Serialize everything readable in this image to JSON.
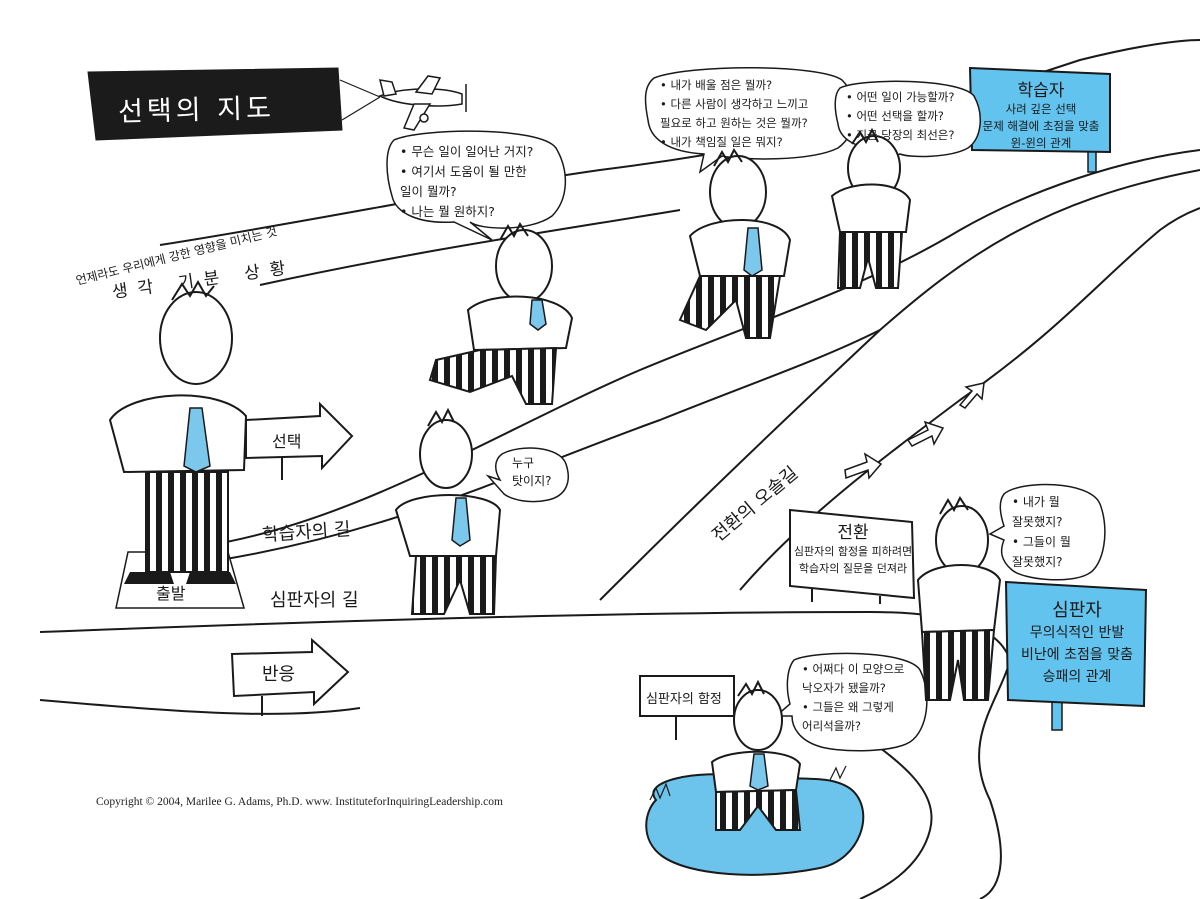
{
  "banner_title": "선택의 지도",
  "mindset_arc": {
    "line1": "언제라도 우리에게 강한 영향을 미치는 것",
    "line2": "생각 기분 상황"
  },
  "signs": {
    "choice": "선택",
    "start": "출발",
    "reaction": "반응",
    "learner_path": "학습자의 길",
    "judger_path": "심판자의 길",
    "switch_road": "전환의 오솔길",
    "judger_pit": "심판자의 함정",
    "switch": {
      "title": "전환",
      "lines": [
        "심판자의 함정을 피하려면",
        "학습자의 질문을 던져라"
      ]
    },
    "learner": {
      "title": "학습자",
      "lines": [
        "사려 깊은 선택",
        "문제 해결에 초점을 맞춤",
        "윈-윈의 관계"
      ]
    },
    "judger": {
      "title": "심판자",
      "lines": [
        "무의식적인 반발",
        "비난에 초점을 맞춤",
        "승패의 관계"
      ]
    }
  },
  "bubbles": {
    "what_happened": [
      "• 무슨 일이 일어난 거지?",
      "• 여기서 도움이 될 만한",
      "  일이 뭘까?",
      "• 나는 뭘 원하지?"
    ],
    "learn": [
      "• 내가 배울 점은 뭘까?",
      "• 다른 사람이 생각하고 느끼고",
      "  필요로 하고 원하는 것은 뭘까?",
      "• 내가 책임질 일은 뭐지?"
    ],
    "options": [
      "• 어떤 일이 가능할까?",
      "• 어떤 선택을 할까?",
      "• 지금 당장의 최선은?"
    ],
    "whose_fault": [
      "누구",
      "탓이지?"
    ],
    "wrong": [
      "• 내가 뭘",
      "  잘못했지?",
      "• 그들이 뭘",
      "  잘못했지?"
    ],
    "pit": [
      "• 어쩌다 이 모양으로",
      "  낙오자가 됐을까?",
      "• 그들은 왜 그렇게",
      "  어리석을까?"
    ]
  },
  "copyright": "Copyright © 2004, Marilee G. Adams, Ph.D. www. InstituteforInquiringLeadership.com",
  "colors": {
    "sign_blue": "#62c3ef",
    "tie_blue": "#7cc7ec",
    "ink": "#1a1a1a",
    "banner": "#1b1b1b",
    "pit_water": "#6cc4ec"
  }
}
